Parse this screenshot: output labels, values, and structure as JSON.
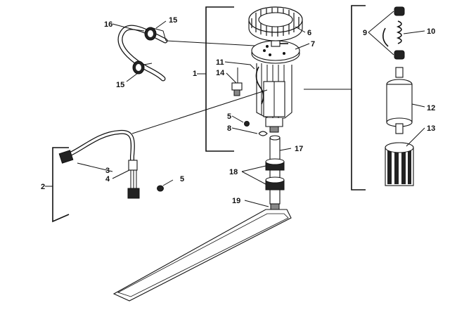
{
  "diagram": {
    "callouts": [
      {
        "id": "1",
        "text": "1"
      },
      {
        "id": "2",
        "text": "2"
      },
      {
        "id": "3",
        "text": "3"
      },
      {
        "id": "4",
        "text": "4"
      },
      {
        "id": "5a",
        "text": "5"
      },
      {
        "id": "5b",
        "text": "5"
      },
      {
        "id": "6",
        "text": "6"
      },
      {
        "id": "7",
        "text": "7"
      },
      {
        "id": "8",
        "text": "8"
      },
      {
        "id": "9",
        "text": "9"
      },
      {
        "id": "10",
        "text": "10"
      },
      {
        "id": "11",
        "text": "11"
      },
      {
        "id": "12",
        "text": "12"
      },
      {
        "id": "13",
        "text": "13"
      },
      {
        "id": "14",
        "text": "14"
      },
      {
        "id": "15a",
        "text": "15"
      },
      {
        "id": "15b",
        "text": "15"
      },
      {
        "id": "16",
        "text": "16"
      },
      {
        "id": "17",
        "text": "17"
      },
      {
        "id": "18",
        "text": "18"
      },
      {
        "id": "19",
        "text": "19"
      }
    ]
  }
}
